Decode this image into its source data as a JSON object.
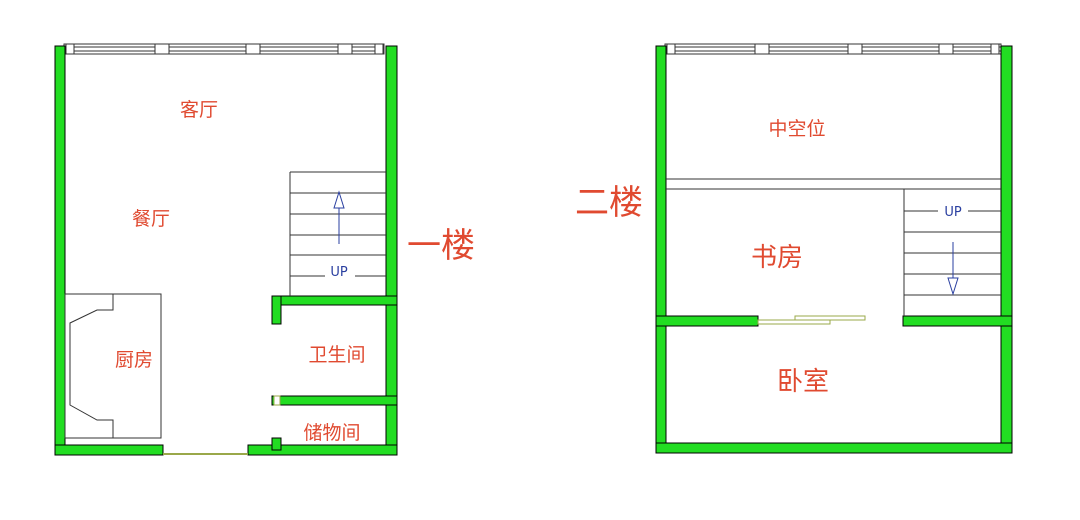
{
  "floor1": {
    "title": "一楼",
    "rooms": {
      "living": "客厅",
      "dining": "餐厅",
      "kitchen": "厨房",
      "bathroom": "卫生间",
      "storage": "储物间"
    },
    "stair_label": "UP"
  },
  "floor2": {
    "title": "二楼",
    "rooms": {
      "void": "中空位",
      "study": "书房",
      "bedroom": "卧室"
    },
    "stair_label": "UP"
  },
  "colors": {
    "wall": "#22dd22",
    "wall_outline": "#000000",
    "label": "#e04a30",
    "stair_arrow": "#2a3fa0",
    "door": "#9aa84a"
  }
}
